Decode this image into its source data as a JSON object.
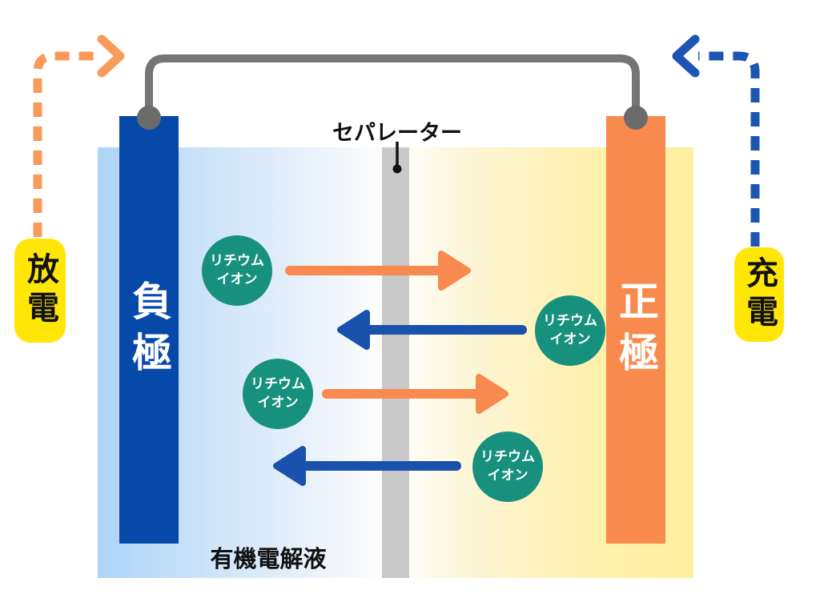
{
  "diagram": {
    "type": "lithium-ion-battery-schematic",
    "labels": {
      "separator": "セパレーター",
      "electrolyte": "有機電解液",
      "negative_electrode": "負極",
      "positive_electrode": "正極",
      "discharge": "放電",
      "charge": "充電",
      "lithium_ion_line1": "リチウム",
      "lithium_ion_line2": "イオン"
    },
    "colors": {
      "negative_electrode": "#0649a8",
      "positive_electrode": "#f98a4e",
      "ion_circle": "#17917d",
      "ion_arrow_to_positive": "#f8894f",
      "ion_arrow_to_negative": "#1952ad",
      "discharge_dashed_arrow": "#f99a5b",
      "charge_dashed_arrow": "#1c55b3",
      "label_badge": "#ffe606",
      "wire": "#757575",
      "wire_terminal": "#6b6b6b",
      "separator_bar": "#c9c9c9",
      "electrolyte_left": "#aed4f7",
      "electrolyte_right": "#ffef9e"
    }
  }
}
